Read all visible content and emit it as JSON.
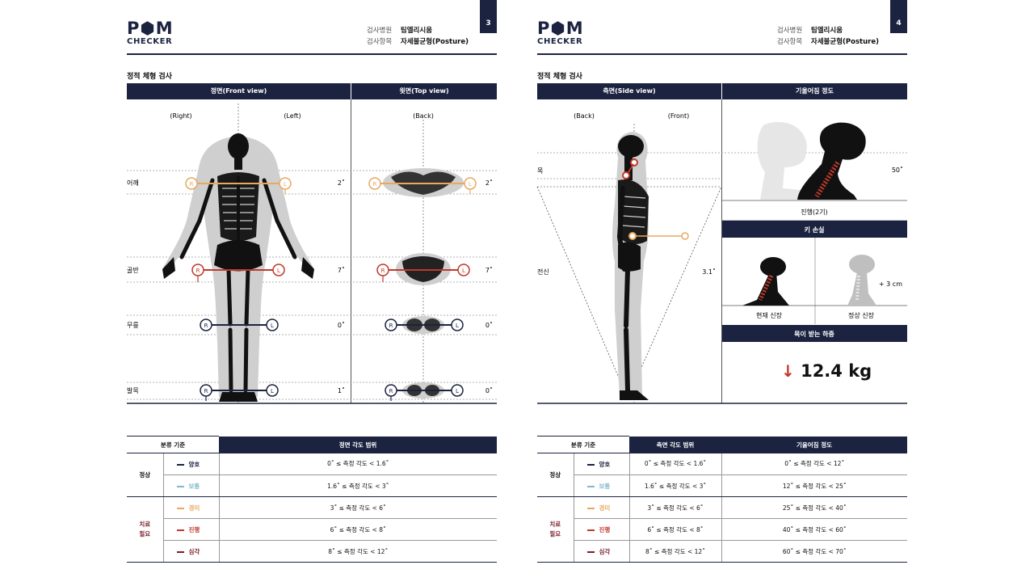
{
  "colors": {
    "navy": "#1b2340",
    "good": "#1b2340",
    "normal": "#7fb8c9",
    "mild": "#e8a860",
    "progress": "#c0392b",
    "severe": "#7a1f2b"
  },
  "pages": {
    "p3": {
      "logo": {
        "line1": "P⬢M",
        "line2": "CHECKER"
      },
      "page_no": "3",
      "meta": [
        {
          "key": "검사병원",
          "value": "팀엘리시움"
        },
        {
          "key": "검사항목",
          "value": "자세불균형(Posture)"
        }
      ],
      "section_title": "정적 체형 검사",
      "header_front": "정면(Front view)",
      "header_top": "윗면(Top view)",
      "label_right": "(Right)",
      "label_left": "(Left)",
      "label_back": "(Back)",
      "rows": [
        {
          "name": "어깨",
          "front_angle": "2˚",
          "top_angle": "2˚"
        },
        {
          "name": "골반",
          "front_angle": "7˚",
          "top_angle": "7˚"
        },
        {
          "name": "무릎",
          "front_angle": "0˚",
          "top_angle": "0˚"
        },
        {
          "name": "발목",
          "front_angle": "1˚",
          "top_angle": "0˚"
        }
      ],
      "marker_r": "R",
      "marker_l": "L",
      "table": {
        "h_group": "분류 기준",
        "h_range": "정면 각도 범위",
        "group_normal": "정상",
        "group_treat_1": "치료",
        "group_treat_2": "필요",
        "levels": [
          {
            "name": "양호",
            "range": "0˚ ≤ 측정 각도 < 1.6˚"
          },
          {
            "name": "보통",
            "range": "1.6˚ ≤ 측정 각도 < 3˚"
          },
          {
            "name": "경미",
            "range": "3˚ ≤ 측정 각도 < 6˚"
          },
          {
            "name": "진행",
            "range": "6˚ ≤ 측정 각도 < 8˚"
          },
          {
            "name": "심각",
            "range": "8˚ ≤ 측정 각도 < 12˚"
          }
        ]
      }
    },
    "p4": {
      "logo": {
        "line1": "P⬢M",
        "line2": "CHECKER"
      },
      "page_no": "4",
      "meta": [
        {
          "key": "검사병원",
          "value": "팀엘리시움"
        },
        {
          "key": "검사항목",
          "value": "자세불균형(Posture)"
        }
      ],
      "section_title": "정적 체형 검사",
      "header_side": "측면(Side view)",
      "header_tilt": "기울어짐 정도",
      "label_back": "(Back)",
      "label_front": "(Front)",
      "row_neck": "목",
      "row_body": "전신",
      "neck_angle": "50˚",
      "body_angle": "3.1˚",
      "neck_stage": "진행(2기)",
      "height_loss_header": "키 손실",
      "height_diff": "+ 3 cm",
      "current_height": "현재 신장",
      "normal_height": "정상 신장",
      "neck_load_header": "목이 받는 하중",
      "neck_load_arrow": "↓",
      "neck_load_value": "12.4 kg",
      "table": {
        "h_group": "분류 기준",
        "h_side": "측면 각도 범위",
        "h_tilt": "기울어짐 정도",
        "group_normal": "정상",
        "group_treat_1": "치료",
        "group_treat_2": "필요",
        "levels": [
          {
            "name": "양호",
            "side": "0˚ ≤ 측정 각도 < 1.6˚",
            "tilt": "0˚ ≤ 측정 각도 < 12˚"
          },
          {
            "name": "보통",
            "side": "1.6˚ ≤ 측정 각도 < 3˚",
            "tilt": "12˚ ≤ 측정 각도 < 25˚"
          },
          {
            "name": "경미",
            "side": "3˚ ≤ 측정 각도 < 6˚",
            "tilt": "25˚ ≤ 측정 각도 < 40˚"
          },
          {
            "name": "진행",
            "side": "6˚ ≤ 측정 각도 < 8˚",
            "tilt": "40˚ ≤ 측정 각도 < 60˚"
          },
          {
            "name": "심각",
            "side": "8˚ ≤ 측정 각도 < 12˚",
            "tilt": "60˚ ≤ 측정 각도 < 70˚"
          }
        ]
      }
    }
  }
}
